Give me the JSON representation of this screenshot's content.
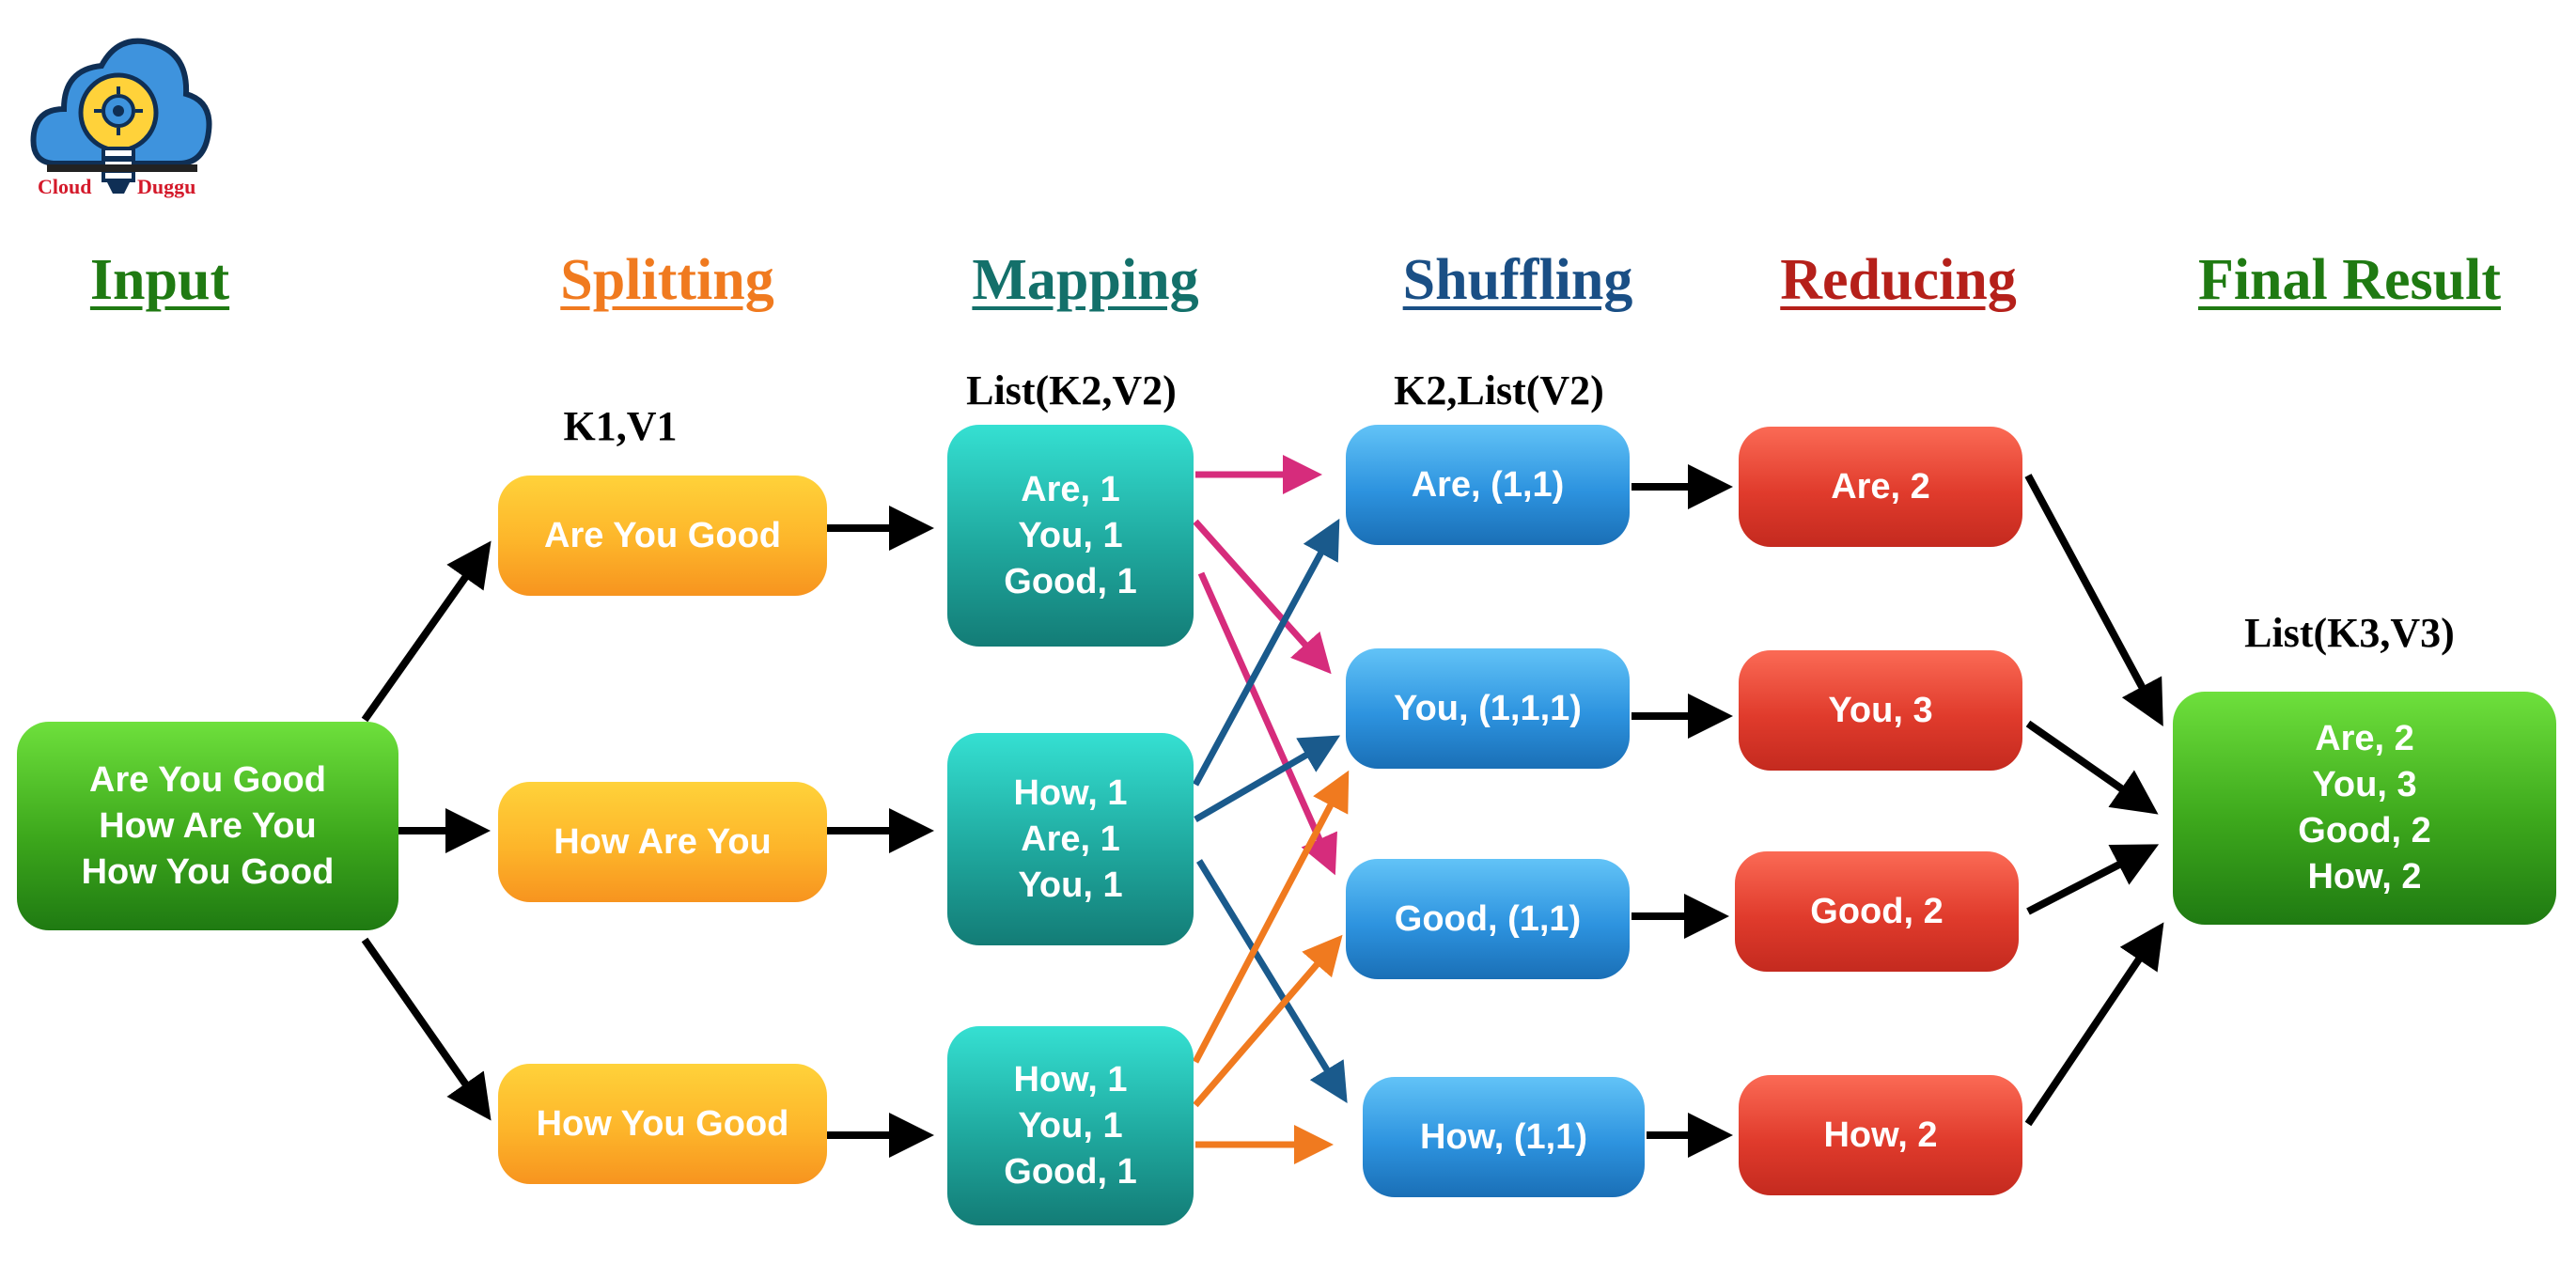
{
  "logo": {
    "word_left": "Cloud",
    "word_right": "Duggu"
  },
  "headings": {
    "input": "Input",
    "splitting": "Splitting",
    "mapping": "Mapping",
    "shuffling": "Shuffling",
    "reducing": "Reducing",
    "final_result": "Final Result"
  },
  "sublabels": {
    "splitting": "K1,V1",
    "mapping": "List(K2,V2)",
    "shuffling": "K2,List(V2)",
    "final": "List(K3,V3)"
  },
  "input": {
    "lines": [
      "Are You Good",
      "How Are You",
      "How You Good"
    ]
  },
  "splits": [
    "Are You Good",
    "How Are You",
    "How You Good"
  ],
  "maps": [
    {
      "lines": [
        "Are, 1",
        "You, 1",
        "Good, 1"
      ]
    },
    {
      "lines": [
        "How, 1",
        "Are, 1",
        "You, 1"
      ]
    },
    {
      "lines": [
        "How, 1",
        "You, 1",
        "Good, 1"
      ]
    }
  ],
  "shuffles": [
    "Are, (1,1)",
    "You, (1,1,1)",
    "Good, (1,1)",
    "How, (1,1)"
  ],
  "reduces": [
    "Are, 2",
    "You, 3",
    "Good, 2",
    "How, 2"
  ],
  "final": {
    "lines": [
      "Are, 2",
      "You, 3",
      "Good, 2",
      "How, 2"
    ]
  },
  "colors": {
    "input_heading": "#1f7a12",
    "splitting_heading": "#f07a1f",
    "mapping_heading": "#13706a",
    "shuffling_heading": "#1a4f85",
    "reducing_heading": "#b5201a",
    "final_heading": "#1f7a12",
    "arrow_black": "#000000",
    "arrow_pink": "#d62c7c",
    "arrow_navy": "#1a5a8c",
    "arrow_orange": "#f07a1f"
  }
}
